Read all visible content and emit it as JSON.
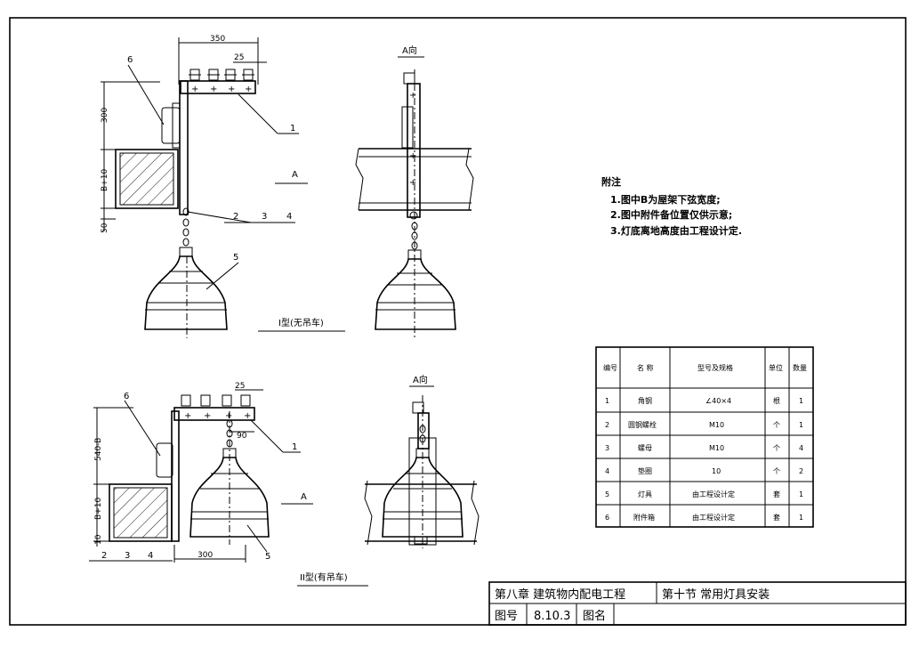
{
  "drawing": {
    "dims": {
      "w350": "350",
      "w25a": "25",
      "h300": "300",
      "hB10": "B+10",
      "h50": "50",
      "w25b": "25",
      "w90": "90",
      "h540": "540-B",
      "hB10b": "B+10",
      "h10": "10",
      "w300": "300"
    },
    "callouts": {
      "c1a": "1",
      "c2a": "2",
      "c3a": "3",
      "c4a": "4",
      "c5a": "5",
      "c6a": "6",
      "c1b": "1",
      "c2b": "2",
      "c3b": "3",
      "c4b": "4",
      "c5b": "5",
      "c6b": "6"
    },
    "arrow_label_a1": "A",
    "arrow_label_a2": "A",
    "view_a_1": "A向",
    "view_a_2": "A向",
    "type1_caption": "I型(无吊车)",
    "type2_caption": "II型(有吊车)"
  },
  "notes": {
    "heading": "附注",
    "lines": [
      "1.图中B为屋架下弦宽度;",
      "2.图中附件备位置仅供示意;",
      "3.灯底离地高度由工程设计定."
    ]
  },
  "parts_table": {
    "headers": [
      "编号",
      "名 称",
      "型号及规格",
      "单位",
      "数量"
    ],
    "rows": [
      [
        "1",
        "角钢",
        "∠40×4",
        "根",
        "1"
      ],
      [
        "2",
        "圆钢螺栓",
        "M10",
        "个",
        "1"
      ],
      [
        "3",
        "螺母",
        "M10",
        "个",
        "4"
      ],
      [
        "4",
        "垫圈",
        "10",
        "个",
        "2"
      ],
      [
        "5",
        "灯具",
        "由工程设计定",
        "套",
        "1"
      ],
      [
        "6",
        "附件箱",
        "由工程设计定",
        "套",
        "1"
      ]
    ]
  },
  "title_block": {
    "chapter": "第八章   建筑物内配电工程",
    "section": "第十节   常用灯具安装",
    "fig_label": "图号",
    "fig_no": "8.10.3",
    "name_label": "图名",
    "name_value": ""
  }
}
